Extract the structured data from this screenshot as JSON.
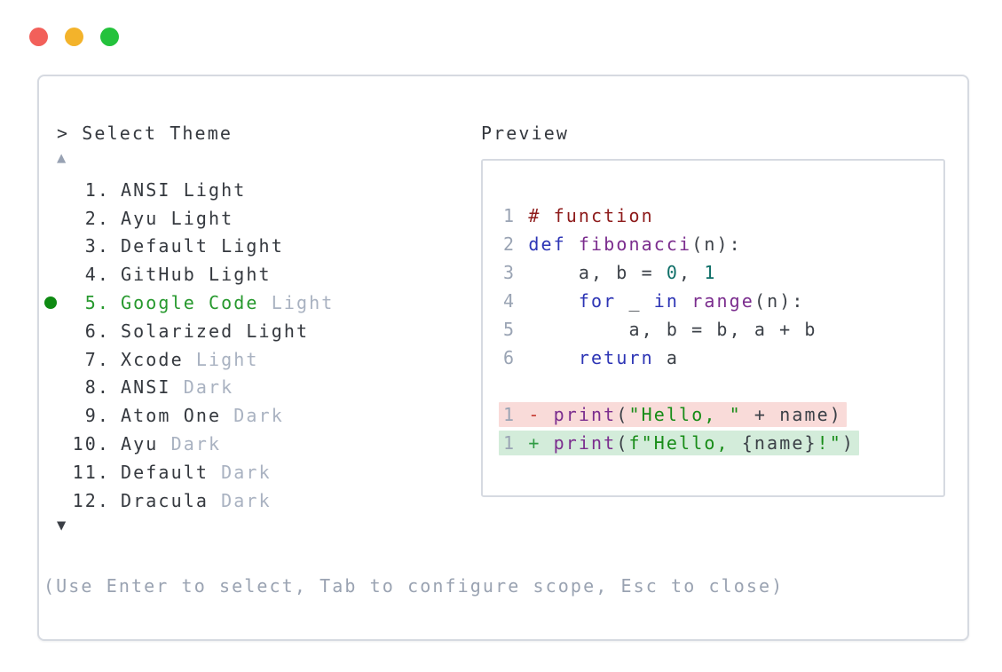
{
  "window": {
    "controls": [
      "close",
      "minimize",
      "zoom"
    ]
  },
  "picker": {
    "title": "> Select Theme",
    "scroll_up_icon": "▲",
    "scroll_down_icon": "▼",
    "items": [
      {
        "number": "1.",
        "name": "ANSI Light",
        "suffix": "",
        "selected": false
      },
      {
        "number": "2.",
        "name": "Ayu Light",
        "suffix": "",
        "selected": false
      },
      {
        "number": "3.",
        "name": "Default Light",
        "suffix": "",
        "selected": false
      },
      {
        "number": "4.",
        "name": "GitHub Light",
        "suffix": "",
        "selected": false
      },
      {
        "number": "5.",
        "name": "Google Code",
        "suffix": " Light",
        "selected": true
      },
      {
        "number": "6.",
        "name": "Solarized Light",
        "suffix": "",
        "selected": false
      },
      {
        "number": "7.",
        "name": "Xcode",
        "suffix": " Light",
        "selected": false
      },
      {
        "number": "8.",
        "name": "ANSI",
        "suffix": " Dark",
        "selected": false
      },
      {
        "number": "9.",
        "name": "Atom One",
        "suffix": " Dark",
        "selected": false
      },
      {
        "number": "10.",
        "name": "Ayu",
        "suffix": " Dark",
        "selected": false
      },
      {
        "number": "11.",
        "name": "Default",
        "suffix": " Dark",
        "selected": false
      },
      {
        "number": "12.",
        "name": "Dracula",
        "suffix": " Dark",
        "selected": false
      }
    ],
    "hint": "(Use Enter to select, Tab to configure scope, Esc to close)"
  },
  "preview": {
    "title": "Preview",
    "lines": [
      {
        "num": "1",
        "segments": [
          [
            "# function",
            "comment"
          ]
        ]
      },
      {
        "num": "2",
        "segments": [
          [
            "def",
            "keyword"
          ],
          [
            " ",
            "default"
          ],
          [
            "fibonacci",
            "func"
          ],
          [
            "(n):",
            "default"
          ]
        ]
      },
      {
        "num": "3",
        "segments": [
          [
            "    a, b = ",
            "default"
          ],
          [
            "0",
            "number"
          ],
          [
            ", ",
            "default"
          ],
          [
            "1",
            "number"
          ]
        ]
      },
      {
        "num": "4",
        "segments": [
          [
            "    ",
            "default"
          ],
          [
            "for",
            "keyword"
          ],
          [
            " _ ",
            "default"
          ],
          [
            "in",
            "keyword"
          ],
          [
            " ",
            "default"
          ],
          [
            "range",
            "func"
          ],
          [
            "(n):",
            "default"
          ]
        ]
      },
      {
        "num": "5",
        "segments": [
          [
            "        a, b = b, a + b",
            "default"
          ]
        ]
      },
      {
        "num": "6",
        "segments": [
          [
            "    ",
            "default"
          ],
          [
            "return",
            "keyword"
          ],
          [
            " a",
            "default"
          ]
        ]
      },
      {
        "blank": true
      },
      {
        "num": "1",
        "bg": "removed",
        "segments": [
          [
            "- ",
            "removed"
          ],
          [
            "print",
            "func"
          ],
          [
            "(",
            "default"
          ],
          [
            "\"Hello, \"",
            "string"
          ],
          [
            " + name)",
            "default"
          ]
        ]
      },
      {
        "num": "1",
        "bg": "added",
        "segments": [
          [
            "+ ",
            "added"
          ],
          [
            "print",
            "func"
          ],
          [
            "(",
            "default"
          ],
          [
            "f\"Hello, ",
            "string"
          ],
          [
            "{name}",
            "default"
          ],
          [
            "!\"",
            "string"
          ],
          [
            ")",
            "default"
          ]
        ]
      }
    ]
  },
  "colors": {
    "dot_red": "#f2605a",
    "dot_yellow": "#f3b32b",
    "dot_green": "#24c23c",
    "panel_border": "#d6dae1",
    "text_dark": "#35393f",
    "muted": "#a9b2c1",
    "selected_green": "#27992e",
    "bullet_green": "#0e8a12",
    "arrow_up": "#98a2b3",
    "arrow_down": "#3a3e45",
    "hint": "#9aa3b2",
    "code_default": "#3c4148",
    "code_comment": "#8e1b1b",
    "code_keyword": "#2d35b5",
    "code_func": "#7b2d8e",
    "code_number": "#0f6f68",
    "code_string": "#178c17",
    "code_removed": "#c63a31",
    "code_added": "#2f9b43",
    "code_lineno": "#9aa4b4",
    "bg_removed": "#f9dbd9",
    "bg_added": "#d3ecda"
  }
}
